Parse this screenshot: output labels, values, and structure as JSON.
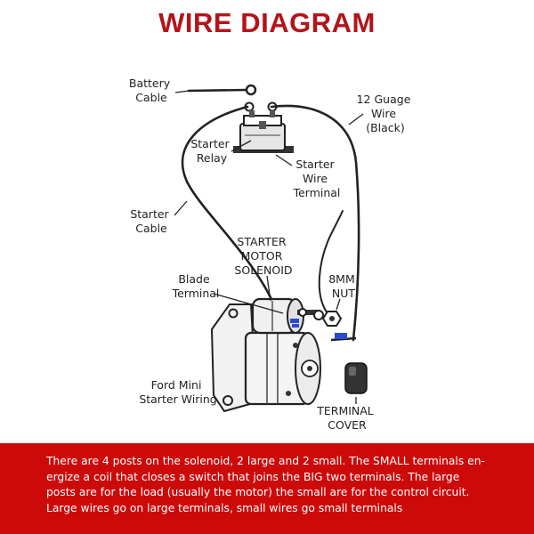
{
  "title": "WIRE DIAGRAM",
  "labels": {
    "battery_cable": [
      "Battery",
      "Cable"
    ],
    "guage_wire": [
      "12 Guage",
      "Wire",
      "(Black)"
    ],
    "starter_relay": [
      "Starter",
      "Relay"
    ],
    "starter_wire_terminal": [
      "Starter",
      "Wire",
      "Terminal"
    ],
    "starter_cable": [
      "Starter",
      "Cable"
    ],
    "solenoid": [
      "STARTER",
      "MOTOR",
      "SOLENOID"
    ],
    "blade_terminal": [
      "Blade",
      "Terminal"
    ],
    "nut": [
      "8MM",
      "NUT"
    ],
    "ford_mini": [
      "Ford Mini",
      "Starter Wiring"
    ],
    "terminal_cover": [
      "TERMINAL",
      "COVER"
    ]
  },
  "footer_text": "There are 4 posts on the solenoid, 2 large and 2 small. The SMALL terminals en-ergize a coil that closes a switch that joins the BIG two terminals. The large posts are for the load (usually the motor) the small are for the control circuit. Large wires go on large terminals, small wires go small terminals",
  "colors": {
    "title": "#b3141a",
    "footer_bg": "#cc0a0a",
    "footer_text": "#ffffff"
  }
}
